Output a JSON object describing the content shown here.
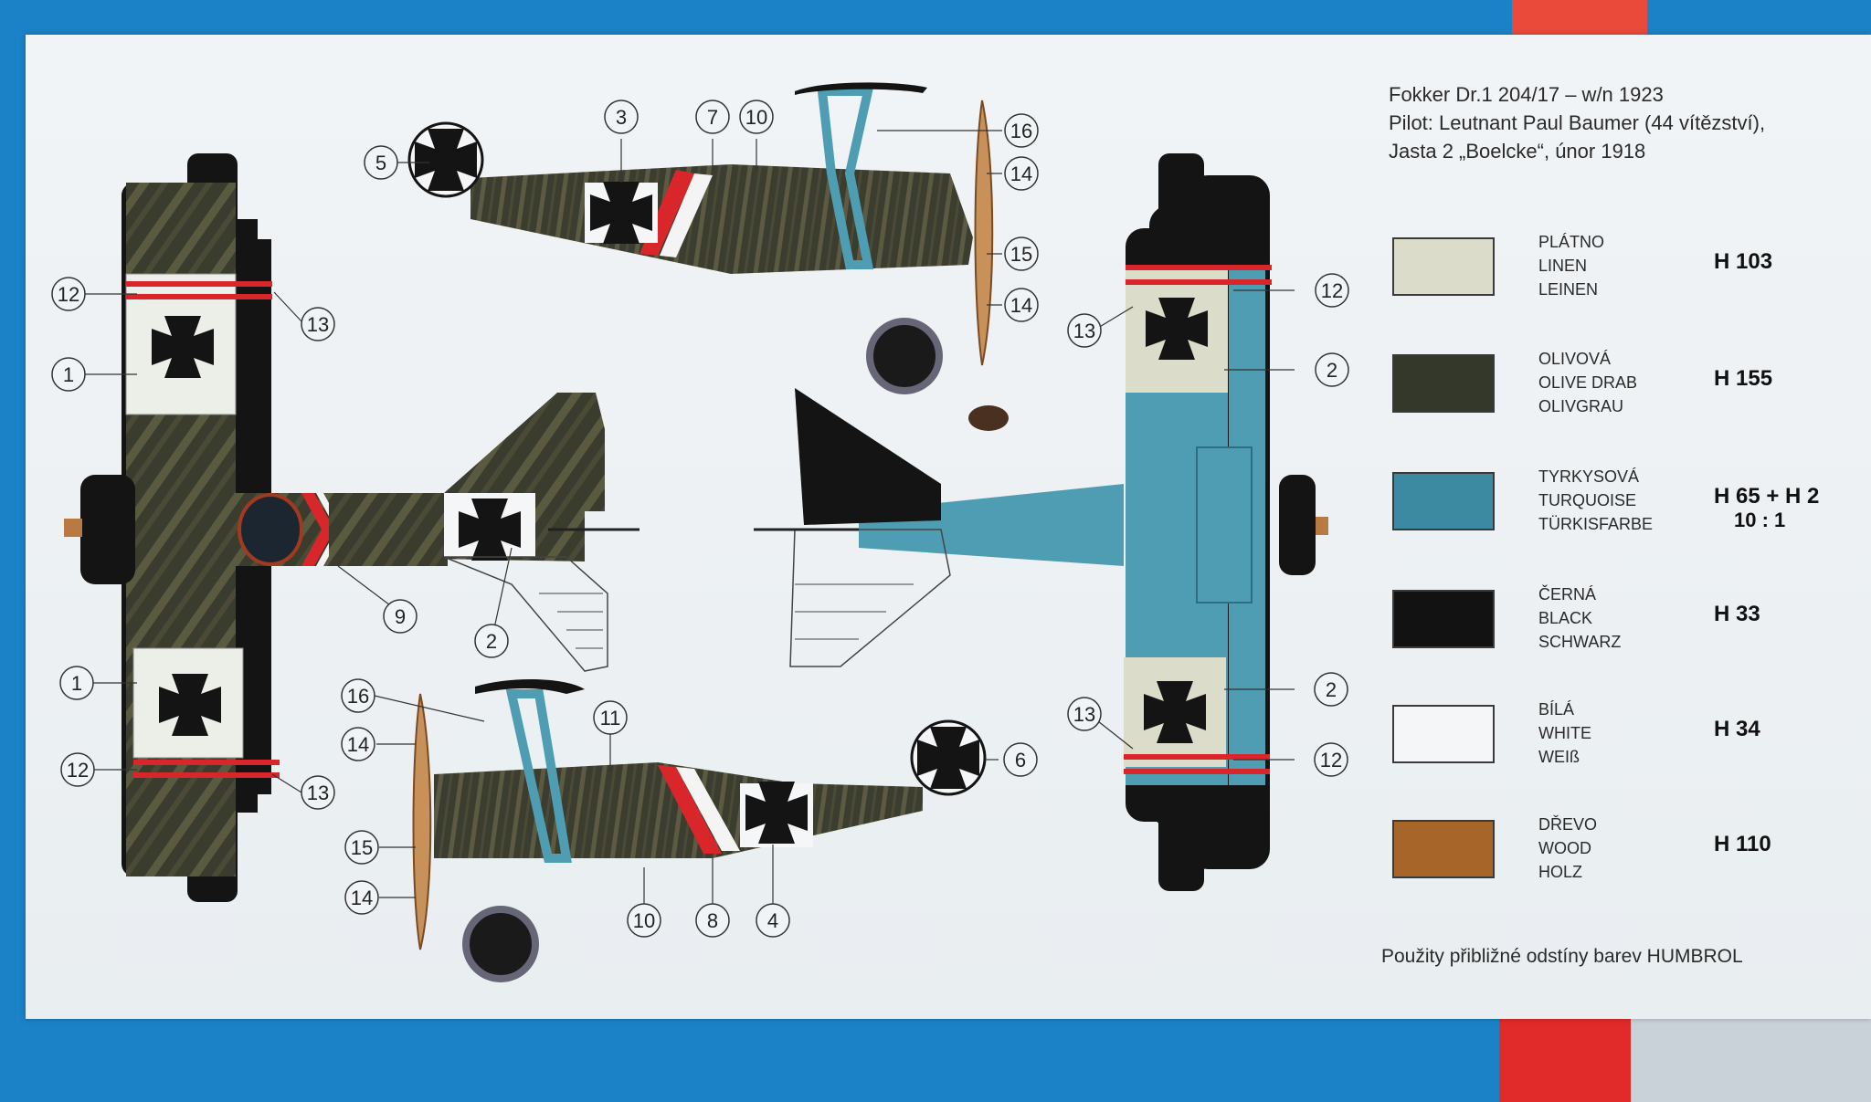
{
  "title_block": {
    "line1": "Fokker Dr.1 204/17 – w/n 1923",
    "line2": "Pilot: Leutnant Paul Baumer (44 vítězství),",
    "line3": "Jasta 2 „Boelcke“, únor 1918"
  },
  "legend": [
    {
      "names": [
        "PLÁTNO",
        "LINEN",
        "LEINEN"
      ],
      "code": "H 103",
      "color": "#dcdcca"
    },
    {
      "names": [
        "OLIVOVÁ",
        "OLIVE DRAB",
        "OLIVGRAU"
      ],
      "code": "H 155",
      "color": "#34382b"
    },
    {
      "names": [
        "TYRKYSOVÁ",
        "TURQUOISE",
        "TÜRKISFARBE"
      ],
      "code": "H 65 + H 2",
      "ratio": "10 : 1",
      "color": "#3c8aa2"
    },
    {
      "names": [
        "ČERNÁ",
        "BLACK",
        "SCHWARZ"
      ],
      "code": "H 33",
      "color": "#121212"
    },
    {
      "names": [
        "BÍLÁ",
        "WHITE",
        "WEIß"
      ],
      "code": "H 34",
      "color": "#f4f6f7"
    },
    {
      "names": [
        "DŘEVO",
        "WOOD",
        "HOLZ"
      ],
      "code": "H 110",
      "color": "#a8652a"
    }
  ],
  "footnote": "Použity přibližné odstíny barev HUMBROL",
  "callouts": {
    "top_left_wing": [
      "12",
      "13",
      "1"
    ],
    "bottom_left_wing": [
      "1",
      "12",
      "13"
    ],
    "tail_top": [
      "9",
      "2"
    ],
    "side_top": [
      "5",
      "3",
      "7",
      "10",
      "16",
      "14",
      "15",
      "14"
    ],
    "side_bottom": [
      "16",
      "14",
      "15",
      "14",
      "11",
      "6",
      "10",
      "8",
      "4"
    ],
    "right_plan": [
      "12",
      "13",
      "2",
      "2",
      "13",
      "12"
    ]
  },
  "colors": {
    "frame_blue": "#1b82c8",
    "accent_red": "#e12a2a",
    "olive": "#34382b",
    "turquoise": "#4f9db3",
    "linen": "#dcdcca",
    "wood": "#c8915a"
  }
}
